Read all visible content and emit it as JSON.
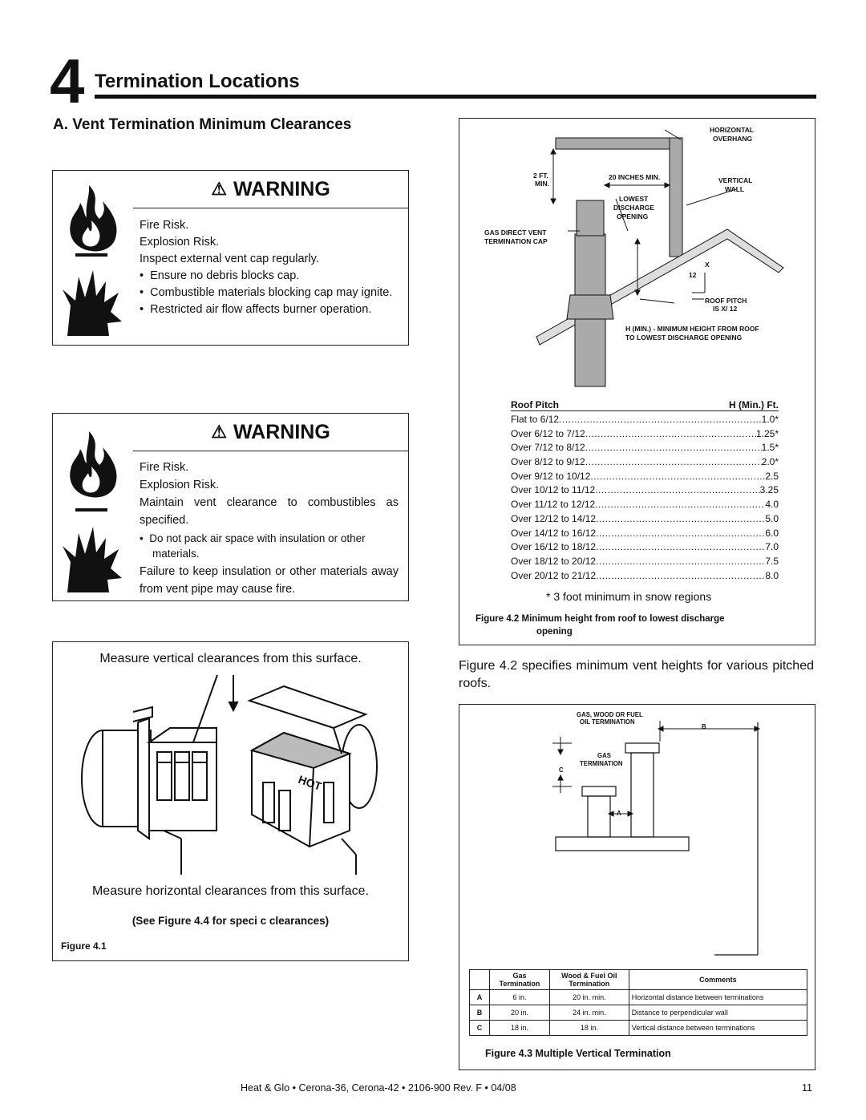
{
  "chapter": {
    "number": "4",
    "title": "Termination Locations"
  },
  "section_title": "A.  Vent Termination Minimum Clearances",
  "warning1": {
    "heading": "WARNING",
    "lines": [
      "Fire Risk.",
      "Explosion Risk.",
      "Inspect external vent cap regularly."
    ],
    "bullets": [
      "Ensure no debris blocks cap.",
      "Combustible materials blocking cap may ignite.",
      "Restricted air flow affects burner operation."
    ]
  },
  "warning2": {
    "heading": "WARNING",
    "lines": [
      "Fire Risk.",
      "Explosion Risk.",
      "Maintain vent clearance to combustibles as specified."
    ],
    "bullets": [
      "Do not pack air space with insulation or other materials."
    ],
    "tail": "Failure to keep insulation or other materials away from vent pipe may cause fire."
  },
  "figure1": {
    "top_caption": "Measure vertical clearances from this surface.",
    "bottom_caption": "Measure horizontal clearances from this surface.",
    "see_note": "(See Figure 4.4 for speci  c clearances)",
    "label": "Figure 4.1",
    "hot_label": "HOT"
  },
  "figure2": {
    "labels": {
      "horizontal_overhang": [
        "HORIZONTAL",
        "OVERHANG"
      ],
      "two_ft_min": [
        "2 FT.",
        "MIN."
      ],
      "twenty_in_min": "20 INCHES MIN.",
      "vertical_wall": [
        "VERTICAL",
        "WALL"
      ],
      "lowest_discharge": [
        "LOWEST",
        "DISCHARGE",
        "OPENING"
      ],
      "gas_direct_vent": [
        "GAS DIRECT VENT",
        "TERMINATION CAP"
      ],
      "x": "X",
      "twelve": "12",
      "roof_pitch": [
        "ROOF PITCH",
        "IS  X/ 12"
      ],
      "h_min": [
        "H (MIN.) - MINIMUM HEIGHT FROM ROOF",
        "TO LOWEST DISCHARGE OPENING"
      ]
    },
    "table_headers": {
      "pitch": "Roof Pitch",
      "h": "H (Min.) Ft."
    },
    "rows": [
      {
        "pitch": "Flat to 6/12",
        "h": "1.0*"
      },
      {
        "pitch": "Over 6/12 to 7/12",
        "h": "1.25*"
      },
      {
        "pitch": "Over 7/12 to 8/12",
        "h": "1.5*"
      },
      {
        "pitch": "Over 8/12 to 9/12",
        "h": "2.0*"
      },
      {
        "pitch": "Over 9/12 to 10/12",
        "h": "2.5"
      },
      {
        "pitch": "Over 10/12 to 11/12",
        "h": "3.25"
      },
      {
        "pitch": "Over 11/12 to 12/12",
        "h": "4.0"
      },
      {
        "pitch": "Over 12/12 to 14/12",
        "h": "5.0"
      },
      {
        "pitch": "Over 14/12 to 16/12",
        "h": "6.0"
      },
      {
        "pitch": "Over 16/12 to 18/12",
        "h": "7.0"
      },
      {
        "pitch": "Over 18/12 to 20/12",
        "h": "7.5"
      },
      {
        "pitch": "Over 20/12 to 21/12",
        "h": "8.0"
      }
    ],
    "footnote": "* 3 foot minimum in snow regions",
    "caption": [
      "Figure 4.2  Minimum height from roof to lowest discharge",
      "opening"
    ]
  },
  "paragraph": "Figure 4.2 specifies minimum vent heights for various pitched roofs.",
  "figure3": {
    "labels": {
      "gas_wood": [
        "GAS,  WOOD OR FUEL",
        "OIL TERMINATION"
      ],
      "b": "B",
      "gas_term": [
        "GAS",
        "TERMINATION"
      ],
      "c": "C",
      "a": "A"
    },
    "table": {
      "headers": [
        "",
        "Gas\nTermination",
        "Wood & Fuel Oil\nTermination",
        "Comments"
      ],
      "rows": [
        [
          "A",
          "6 in.",
          "20 in. min.",
          "Horizontal distance between terminations"
        ],
        [
          "B",
          "20 in.",
          "24 in. min.",
          "Distance to perpendicular wall"
        ],
        [
          "C",
          "18 in.",
          "18 in.",
          "Vertical distance between terminations"
        ]
      ]
    },
    "caption": "Figure 4.3  Multiple Vertical Termination"
  },
  "footer": "Heat & Glo  •  Cerona-36, Cerona-42  •  2106-900 Rev. F  •  04/08",
  "page_number": "11"
}
